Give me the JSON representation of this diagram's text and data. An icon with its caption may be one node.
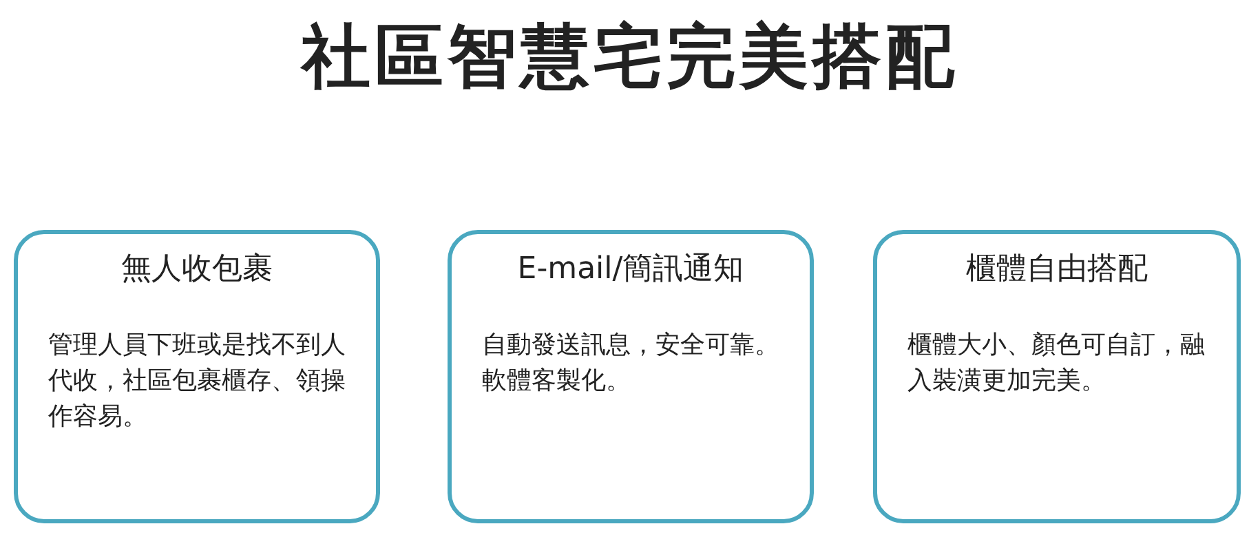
{
  "diagram": {
    "title": "社區智慧宅完美搭配",
    "nodes": [
      {
        "text": [
          "無人收包裹",
          "管理人員下班或是找不到人代收，社區包裹櫃存、領操作容易。"
        ]
      },
      {
        "text": [
          "E-mail/簡訊通知",
          "自動發送訊息，安全可靠。軟體客製化。"
        ]
      },
      {
        "text": [
          "櫃體自由搭配",
          "櫃體大小、顏色可自訂，融入裝潢更加完美。"
        ]
      }
    ]
  }
}
